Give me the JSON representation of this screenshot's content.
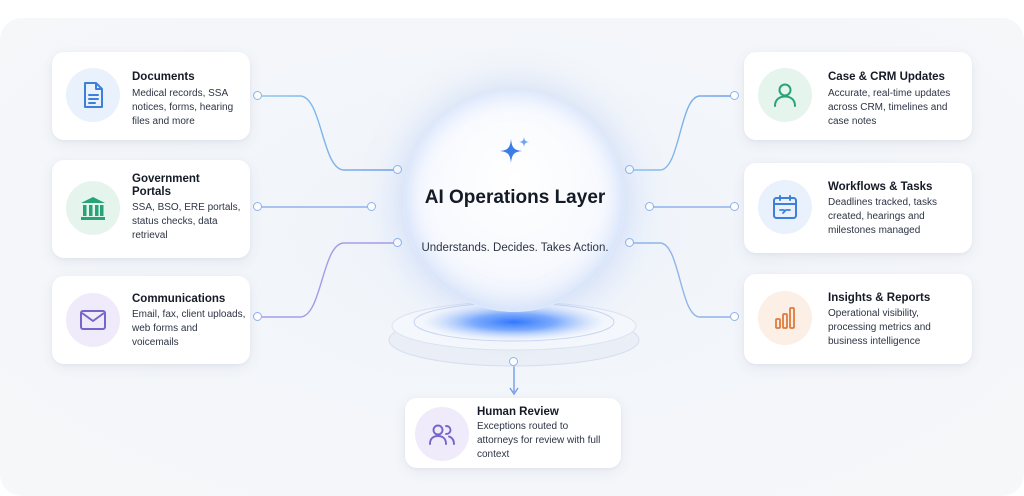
{
  "center": {
    "title": "AI Operations Layer",
    "subtitle": "Understands. Decides. Takes Action.",
    "icon": "sparkle-icon"
  },
  "inputs": [
    {
      "title": "Documents",
      "description": "Medical records, SSA notices, forms, hearing files and more",
      "icon": "document-icon"
    },
    {
      "title": "Government Portals",
      "description": "SSA, BSO, ERE portals, status checks, data retrieval",
      "icon": "government-building-icon"
    },
    {
      "title": "Communications",
      "description": "Email, fax, client uploads, web forms and voicemails",
      "icon": "envelope-icon"
    }
  ],
  "outputs": [
    {
      "title": "Case & CRM Updates",
      "description": "Accurate, real-time updates across CRM, timelines and case notes",
      "icon": "user-icon"
    },
    {
      "title": "Workflows & Tasks",
      "description": "Deadlines tracked, tasks created, hearings and milestones managed",
      "icon": "calendar-icon"
    },
    {
      "title": "Insights & Reports",
      "description": "Operational visibility, processing metrics and business intelligence",
      "icon": "bar-chart-icon"
    }
  ],
  "review": {
    "title": "Human Review",
    "description": "Exceptions routed to attorneys for review with full context",
    "icon": "users-icon"
  },
  "colors": {
    "blue": "#3d7fd9",
    "green": "#27a37a",
    "purple": "#7a64c9",
    "orange": "#e07a3b"
  }
}
